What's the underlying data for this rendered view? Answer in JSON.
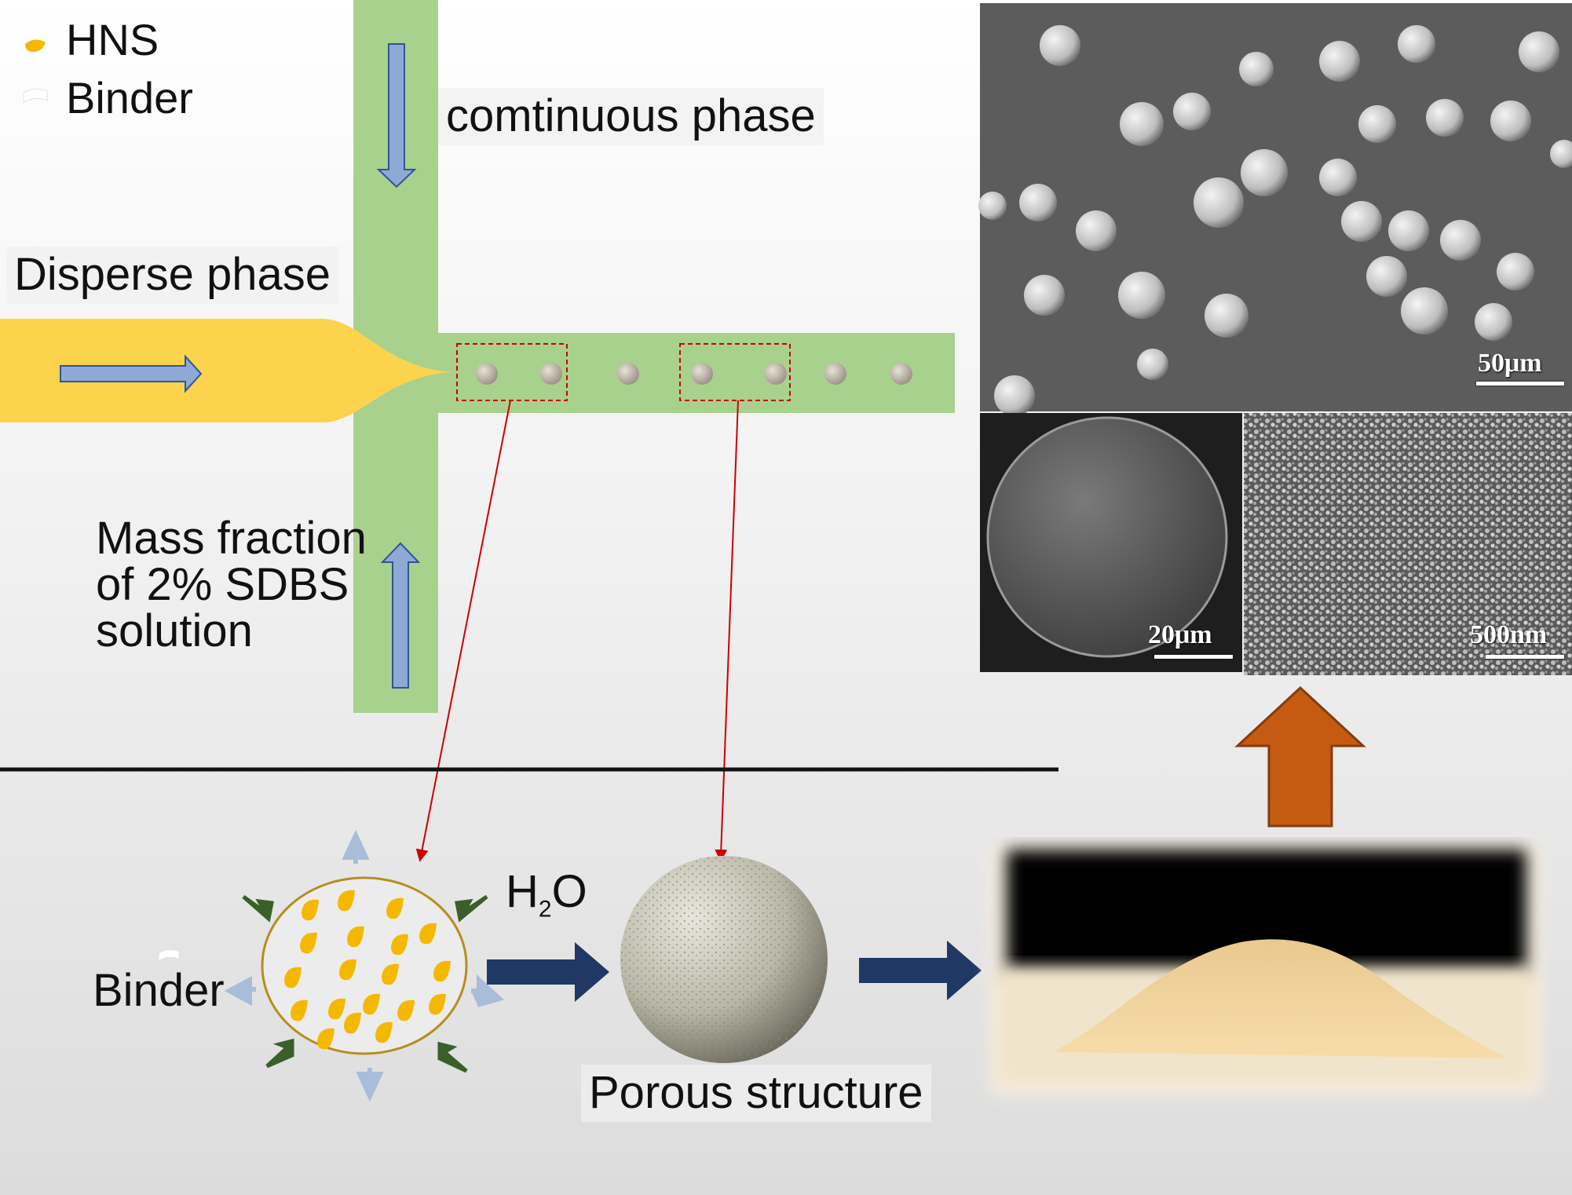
{
  "legend": {
    "items": [
      {
        "label": "HNS",
        "color": "#f5b800"
      },
      {
        "label": "Binder",
        "color": "#ffffff"
      }
    ]
  },
  "channel": {
    "continuous_label": "comtinuous phase",
    "disperse_label": "Disperse phase",
    "solution_label_lines": [
      "Mass fraction",
      "of 2% SDBS",
      "solution"
    ]
  },
  "process": {
    "binder_label": "Binder",
    "water_label": "H",
    "water_sub": "2",
    "water_tail": "O",
    "porous_label": "Porous structure"
  },
  "micrographs": {
    "top_scale": "50μm",
    "left_scale": "20μm",
    "right_scale": "500nm"
  },
  "colors": {
    "channel_green": "#a9d18e",
    "disperse_yellow": "#fbd34d",
    "hns_yellow": "#f5b800",
    "flow_arrow_blue": "#8fa9d6",
    "process_arrow_navy": "#1f3864",
    "up_arrow_orange": "#c55a11",
    "connector_red": "#cc0000"
  }
}
